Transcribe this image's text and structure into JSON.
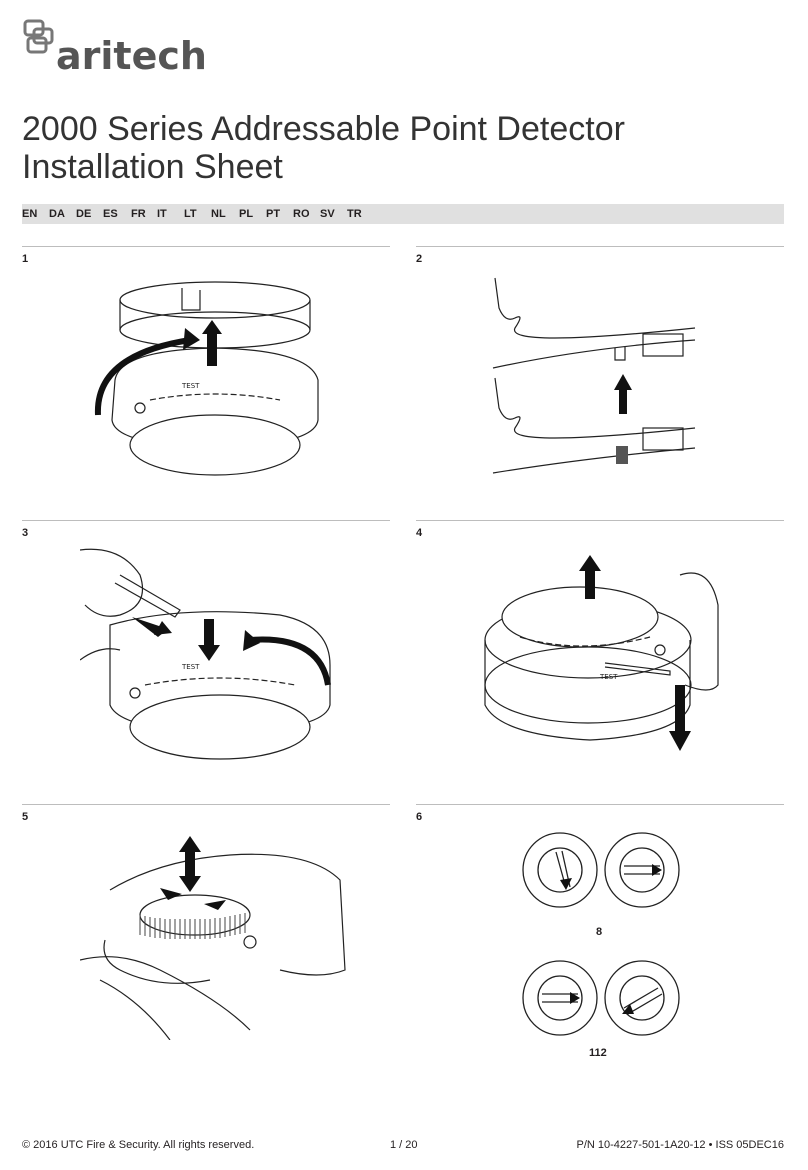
{
  "brand": {
    "name": "aritech"
  },
  "title": {
    "line1": "2000 Series Addressable Point Detector",
    "line2": "Installation Sheet"
  },
  "languages": [
    "EN",
    "DA",
    "DE",
    "ES",
    "FR",
    "IT",
    "LT",
    "NL",
    "PL",
    "PT",
    "RO",
    "SV",
    "TR"
  ],
  "steps": [
    {
      "number": "1",
      "label": "TEST"
    },
    {
      "number": "2"
    },
    {
      "number": "3",
      "label": "TEST"
    },
    {
      "number": "4",
      "label": "TEST"
    },
    {
      "number": "5"
    },
    {
      "number": "6",
      "captions": [
        "8",
        "112"
      ]
    }
  ],
  "footer": {
    "copyright": "© 2016 UTC Fire & Security. All rights reserved.",
    "page": "1 / 20",
    "part_number": "P/N 10-4227-501-1A20-12 • ISS 05DEC16"
  }
}
